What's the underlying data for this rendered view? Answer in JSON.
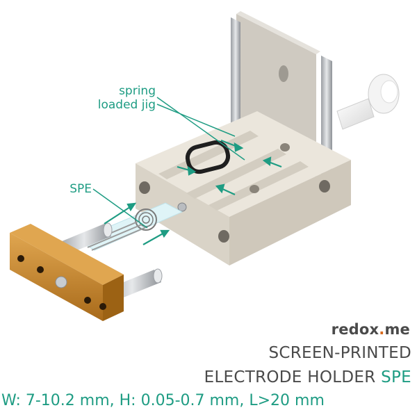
{
  "labels": {
    "jig_line1": "spring",
    "jig_line2": "loaded jig",
    "spe": "SPE"
  },
  "branding": {
    "logo_pre": "redox",
    "logo_dot": ".",
    "logo_post": "me"
  },
  "title": {
    "line1": "SCREEN-PRINTED",
    "line2_main": "ELECTRODE HOLDER ",
    "line2_accent": "SPE"
  },
  "specs": "W: 7-10.2 mm, H: 0.05-0.7 mm, L>20 mm",
  "colors": {
    "accent": "#1e9c83",
    "text_dark": "#4a4a4a",
    "logo_dot": "#d96b1e",
    "housing": "#e3ddd2",
    "brass": "#c78a2e",
    "steel": "#c9ccd0"
  }
}
